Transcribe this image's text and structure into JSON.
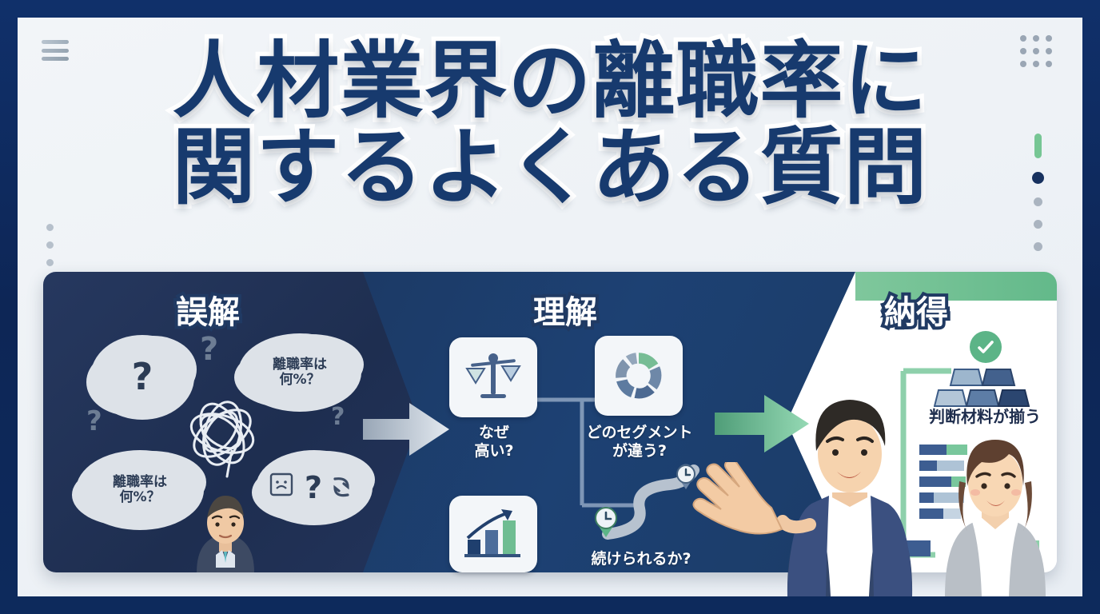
{
  "slide": {
    "title_line_1": "人材業界の離職率に",
    "title_line_2": "関するよくある質問",
    "accent_navy": "#17315f",
    "accent_green": "#63b98a",
    "frame_color": "#0d2a5c",
    "canvas_bg": "#eef2f6"
  },
  "chrome": {
    "menu_icon": "hamburger-icon",
    "apps_icon": "dot-grid-icon",
    "progress": {
      "bar_color": "#76c694",
      "active_dot_color": "#17315f",
      "inactive_dot_color": "#aab4c0",
      "dots": 3
    },
    "left_rail_dots": 5
  },
  "stages": [
    {
      "id": "misunderstanding",
      "label": "誤解",
      "bg": "#26385f"
    },
    {
      "id": "understanding",
      "label": "理解",
      "bg": "#1d4173"
    },
    {
      "id": "conviction",
      "label": "納得",
      "bg": "#ffffff"
    }
  ],
  "panel_misunderstanding": {
    "bubbles": [
      {
        "name": "question-bubble-1",
        "text": "?"
      },
      {
        "name": "turnover-bubble-1",
        "text": "離職率は\n何%？"
      },
      {
        "name": "turnover-bubble-2",
        "text": "離職率は\n何%？"
      },
      {
        "name": "question-bubble-2",
        "text": "?"
      }
    ],
    "floating_marks": [
      "?",
      "?",
      "?"
    ],
    "scribble_icon": "tangled-scribble-icon",
    "person_icon": "confused-person-icon"
  },
  "transition_arrows": [
    {
      "name": "arrow-misunderstanding-to-understanding",
      "color": "#c3ccd6"
    },
    {
      "name": "arrow-understanding-to-conviction",
      "color": "#6cbf93"
    }
  ],
  "panel_understanding": {
    "cards": [
      {
        "icon": "balance-scale-icon",
        "caption": "なぜ\n高い?"
      },
      {
        "icon": "donut-chart-icon",
        "caption": "どのセグメント\nが違う?"
      },
      {
        "icon": "growth-bar-chart-icon",
        "caption": ""
      }
    ],
    "roadmap": {
      "icon": "winding-road-icon",
      "pin_1": "clock-pin-icon",
      "pin_2": "clock-pin-icon",
      "caption": "続けられるか?"
    }
  },
  "panel_conviction": {
    "check_icon": "check-circle-icon",
    "blocks_icon": "stacked-blocks-icon",
    "caption": "判断材料が揃う",
    "chart_icon": "horizontal-bar-chart-icon",
    "people": [
      "businessman-presenting-icon",
      "businesswoman-icon"
    ],
    "hand_icon": "open-hand-gesture-icon"
  }
}
